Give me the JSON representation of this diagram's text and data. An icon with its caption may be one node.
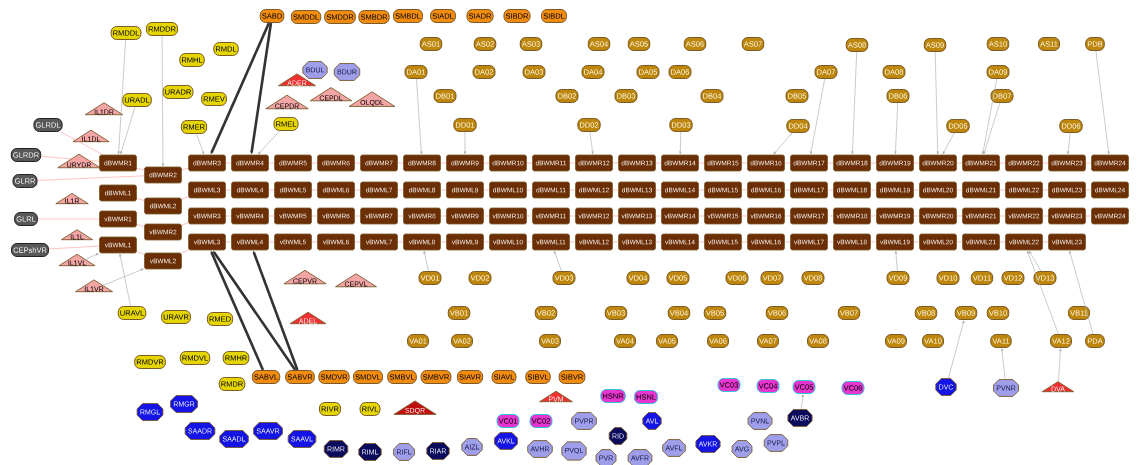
{
  "diagram": {
    "nodes": [
      {
        "text": [
          "SABD"
        ]
      },
      {
        "text": [
          "SMDDL"
        ]
      },
      {
        "text": [
          "SMDDR"
        ]
      },
      {
        "text": [
          "SMBDR"
        ]
      },
      {
        "text": [
          "SMBDL"
        ]
      },
      {
        "text": [
          "SIADL"
        ]
      },
      {
        "text": [
          "SIADR"
        ]
      },
      {
        "text": [
          "SIBDR"
        ]
      },
      {
        "text": [
          "SIBDL"
        ]
      },
      {
        "text": [
          "AS01"
        ]
      },
      {
        "text": [
          "AS02"
        ]
      },
      {
        "text": [
          "AS03"
        ]
      },
      {
        "text": [
          "AS04"
        ]
      },
      {
        "text": [
          "AS05"
        ]
      },
      {
        "text": [
          "AS06"
        ]
      },
      {
        "text": [
          "AS07"
        ]
      },
      {
        "text": [
          "AS08"
        ]
      },
      {
        "text": [
          "AS09"
        ]
      },
      {
        "text": [
          "AS10"
        ]
      },
      {
        "text": [
          "AS11"
        ]
      },
      {
        "text": [
          "PDB"
        ]
      },
      {
        "text": [
          "RMDDL"
        ]
      },
      {
        "text": [
          "RMDDR"
        ]
      },
      {
        "text": [
          "RMDL"
        ]
      },
      {
        "text": [
          "RMHL"
        ]
      },
      {
        "text": [
          "URADL"
        ]
      },
      {
        "text": [
          "URADR"
        ]
      },
      {
        "text": [
          "RMEV"
        ]
      },
      {
        "text": [
          "RMER"
        ]
      },
      {
        "text": [
          "RMEL"
        ]
      },
      {
        "text": [
          "BDUL"
        ]
      },
      {
        "text": [
          "BDUR"
        ]
      },
      {
        "text": [
          "ADER"
        ]
      },
      {
        "text": [
          "CEPDR"
        ]
      },
      {
        "text": [
          "CEPDL"
        ]
      },
      {
        "text": [
          "OLQDL"
        ]
      },
      {
        "text": [
          "IL1DR"
        ]
      },
      {
        "text": [
          "IL1DL"
        ]
      },
      {
        "text": [
          "URYDR"
        ]
      },
      {
        "text": [
          "DA01"
        ]
      },
      {
        "text": [
          "DA02"
        ]
      },
      {
        "text": [
          "DA03"
        ]
      },
      {
        "text": [
          "DA04"
        ]
      },
      {
        "text": [
          "DA05"
        ]
      },
      {
        "text": [
          "DA06"
        ]
      },
      {
        "text": [
          "DA07"
        ]
      },
      {
        "text": [
          "DA08"
        ]
      },
      {
        "text": [
          "DA09"
        ]
      },
      {
        "text": [
          "DB01"
        ]
      },
      {
        "text": [
          "DB02"
        ]
      },
      {
        "text": [
          "DB03"
        ]
      },
      {
        "text": [
          "DB04"
        ]
      },
      {
        "text": [
          "DB05"
        ]
      },
      {
        "text": [
          "DB06"
        ]
      },
      {
        "text": [
          "DB07"
        ]
      },
      {
        "text": [
          "DD01"
        ]
      },
      {
        "text": [
          "DD02"
        ]
      },
      {
        "text": [
          "DD03"
        ]
      },
      {
        "text": [
          "DD04"
        ]
      },
      {
        "text": [
          "DD05"
        ]
      },
      {
        "text": [
          "DD06"
        ]
      },
      {
        "text": [
          "GLRDL"
        ]
      },
      {
        "text": [
          "GLRDR"
        ]
      },
      {
        "text": [
          "GLRR"
        ]
      },
      {
        "text": [
          "GLRL"
        ]
      },
      {
        "text": [
          "CEPshVR"
        ]
      },
      {
        "text": [
          "IL1R"
        ]
      },
      {
        "text": [
          "IL1L"
        ]
      },
      {
        "text": [
          "IL1VL"
        ]
      },
      {
        "text": [
          "IL1VR"
        ]
      },
      {
        "text": [
          "dBWMR1"
        ]
      },
      {
        "text": [
          "dBWMR2"
        ]
      },
      {
        "text": [
          "dBWMR3"
        ]
      },
      {
        "text": [
          "dBWMR4"
        ]
      },
      {
        "text": [
          "dBWMR5"
        ]
      },
      {
        "text": [
          "dBWMR6"
        ]
      },
      {
        "text": [
          "dBWMR7"
        ]
      },
      {
        "text": [
          "dBWMR8"
        ]
      },
      {
        "text": [
          "dBWMR9"
        ]
      },
      {
        "text": [
          "dBWMR10"
        ]
      },
      {
        "text": [
          "dBWMR11"
        ]
      },
      {
        "text": [
          "dBWMR12"
        ]
      },
      {
        "text": [
          "dBWMR13"
        ]
      },
      {
        "text": [
          "dBWMR14"
        ]
      },
      {
        "text": [
          "dBWMR15"
        ]
      },
      {
        "text": [
          "dBWMR16"
        ]
      },
      {
        "text": [
          "dBWMR17"
        ]
      },
      {
        "text": [
          "dBWMR18"
        ]
      },
      {
        "text": [
          "dBWMR19"
        ]
      },
      {
        "text": [
          "dBWMR20"
        ]
      },
      {
        "text": [
          "dBWMR21"
        ]
      },
      {
        "text": [
          "dBWMR22"
        ]
      },
      {
        "text": [
          "dBWMR23"
        ]
      },
      {
        "text": [
          "dBWMR24"
        ]
      },
      {
        "text": [
          "dBWML1"
        ]
      },
      {
        "text": [
          "dBWML2"
        ]
      },
      {
        "text": [
          "dBWML3"
        ]
      },
      {
        "text": [
          "dBWML4"
        ]
      },
      {
        "text": [
          "dBWML5"
        ]
      },
      {
        "text": [
          "dBWML6"
        ]
      },
      {
        "text": [
          "dBWML7"
        ]
      },
      {
        "text": [
          "dBWML8"
        ]
      },
      {
        "text": [
          "dBWML9"
        ]
      },
      {
        "text": [
          "dBWML10"
        ]
      },
      {
        "text": [
          "dBWML11"
        ]
      },
      {
        "text": [
          "dBWML12"
        ]
      },
      {
        "text": [
          "dBWML13"
        ]
      },
      {
        "text": [
          "dBWML14"
        ]
      },
      {
        "text": [
          "dBWML15"
        ]
      },
      {
        "text": [
          "dBWML16"
        ]
      },
      {
        "text": [
          "dBWML17"
        ]
      },
      {
        "text": [
          "dBWML18"
        ]
      },
      {
        "text": [
          "dBWML19"
        ]
      },
      {
        "text": [
          "dBWML20"
        ]
      },
      {
        "text": [
          "dBWML21"
        ]
      },
      {
        "text": [
          "dBWML22"
        ]
      },
      {
        "text": [
          "dBWML23"
        ]
      },
      {
        "text": [
          "dBWML24"
        ]
      },
      {
        "text": [
          "vBWMR1"
        ]
      },
      {
        "text": [
          "vBWMR2"
        ]
      },
      {
        "text": [
          "vBWMR3"
        ]
      },
      {
        "text": [
          "vBWMR4"
        ]
      },
      {
        "text": [
          "vBWMR5"
        ]
      },
      {
        "text": [
          "vBWMR6"
        ]
      },
      {
        "text": [
          "vBWMR7"
        ]
      },
      {
        "text": [
          "vBWMR8"
        ]
      },
      {
        "text": [
          "vBWMR9"
        ]
      },
      {
        "text": [
          "vBWMR10"
        ]
      },
      {
        "text": [
          "vBWMR11"
        ]
      },
      {
        "text": [
          "vBWMR12"
        ]
      },
      {
        "text": [
          "vBWMR13"
        ]
      },
      {
        "text": [
          "vBWMR14"
        ]
      },
      {
        "text": [
          "vBWMR15"
        ]
      },
      {
        "text": [
          "vBWMR16"
        ]
      },
      {
        "text": [
          "vBWMR17"
        ]
      },
      {
        "text": [
          "vBWMR18"
        ]
      },
      {
        "text": [
          "vBWMR19"
        ]
      },
      {
        "text": [
          "vBWMR20"
        ]
      },
      {
        "text": [
          "vBWMR21"
        ]
      },
      {
        "text": [
          "vBWMR22"
        ]
      },
      {
        "text": [
          "vBWMR23"
        ]
      },
      {
        "text": [
          "vBWMR24"
        ]
      },
      {
        "text": [
          "vBWML1"
        ]
      },
      {
        "text": [
          "vBWML2"
        ]
      },
      {
        "text": [
          "vBWML3"
        ]
      },
      {
        "text": [
          "vBWML4"
        ]
      },
      {
        "text": [
          "vBWML5"
        ]
      },
      {
        "text": [
          "vBWML6"
        ]
      },
      {
        "text": [
          "vBWML7"
        ]
      },
      {
        "text": [
          "vBWML8"
        ]
      },
      {
        "text": [
          "vBWML9"
        ]
      },
      {
        "text": [
          "vBWML10"
        ]
      },
      {
        "text": [
          "vBWML11"
        ]
      },
      {
        "text": [
          "vBWML12"
        ]
      },
      {
        "text": [
          "vBWML13"
        ]
      },
      {
        "text": [
          "vBWML14"
        ]
      },
      {
        "text": [
          "vBWML15"
        ]
      },
      {
        "text": [
          "vBWML16"
        ]
      },
      {
        "text": [
          "vBWML17"
        ]
      },
      {
        "text": [
          "vBWML18"
        ]
      },
      {
        "text": [
          "vBWML19"
        ]
      },
      {
        "text": [
          "vBWML20"
        ]
      },
      {
        "text": [
          "vBWML21"
        ]
      },
      {
        "text": [
          "vBWML22"
        ]
      },
      {
        "text": [
          "vBWML23"
        ]
      },
      {
        "text": [
          "CEPVR"
        ]
      },
      {
        "text": [
          "CEPVL"
        ]
      },
      {
        "text": [
          "ADEL"
        ]
      },
      {
        "text": [
          "URAVL"
        ]
      },
      {
        "text": [
          "URAVR"
        ]
      },
      {
        "text": [
          "RMED"
        ]
      },
      {
        "text": [
          "RMDVR"
        ]
      },
      {
        "text": [
          "RMDVL"
        ]
      },
      {
        "text": [
          "RMHR"
        ]
      },
      {
        "text": [
          "RMDR"
        ]
      },
      {
        "text": [
          "RIVR"
        ]
      },
      {
        "text": [
          "RIVL"
        ]
      },
      {
        "text": [
          "VD01"
        ]
      },
      {
        "text": [
          "VD02"
        ]
      },
      {
        "text": [
          "VD03"
        ]
      },
      {
        "text": [
          "VD04"
        ]
      },
      {
        "text": [
          "VD05"
        ]
      },
      {
        "text": [
          "VD06"
        ]
      },
      {
        "text": [
          "VD07"
        ]
      },
      {
        "text": [
          "VD08"
        ]
      },
      {
        "text": [
          "VD09"
        ]
      },
      {
        "text": [
          "VD10"
        ]
      },
      {
        "text": [
          "VD11"
        ]
      },
      {
        "text": [
          "VD12"
        ]
      },
      {
        "text": [
          "VD13"
        ]
      },
      {
        "text": [
          "VB01"
        ]
      },
      {
        "text": [
          "VB02"
        ]
      },
      {
        "text": [
          "VB03"
        ]
      },
      {
        "text": [
          "VB04"
        ]
      },
      {
        "text": [
          "VB05"
        ]
      },
      {
        "text": [
          "VB06"
        ]
      },
      {
        "text": [
          "VB07"
        ]
      },
      {
        "text": [
          "VB08"
        ]
      },
      {
        "text": [
          "VB09"
        ]
      },
      {
        "text": [
          "VB10"
        ]
      },
      {
        "text": [
          "VB11"
        ]
      },
      {
        "text": [
          "VA01"
        ]
      },
      {
        "text": [
          "VA02"
        ]
      },
      {
        "text": [
          "VA03"
        ]
      },
      {
        "text": [
          "VA04"
        ]
      },
      {
        "text": [
          "VA05"
        ]
      },
      {
        "text": [
          "VA06"
        ]
      },
      {
        "text": [
          "VA07"
        ]
      },
      {
        "text": [
          "VA08"
        ]
      },
      {
        "text": [
          "VA09"
        ]
      },
      {
        "text": [
          "VA10"
        ]
      },
      {
        "text": [
          "VA11"
        ]
      },
      {
        "text": [
          "VA12"
        ]
      },
      {
        "text": [
          "PDA"
        ]
      },
      {
        "text": [
          "SABVL"
        ]
      },
      {
        "text": [
          "SABVR"
        ]
      },
      {
        "text": [
          "SMDVR"
        ]
      },
      {
        "text": [
          "SMDVL"
        ]
      },
      {
        "text": [
          "SMBVL"
        ]
      },
      {
        "text": [
          "SMBVR"
        ]
      },
      {
        "text": [
          "SIAVR"
        ]
      },
      {
        "text": [
          "SIAVL"
        ]
      },
      {
        "text": [
          "SIBVL"
        ]
      },
      {
        "text": [
          "SIBVR"
        ]
      },
      {
        "text": [
          "VC01"
        ]
      },
      {
        "text": [
          "VC02"
        ]
      },
      {
        "text": [
          "HSNR"
        ]
      },
      {
        "text": [
          "HSNL"
        ]
      },
      {
        "text": [
          "VC03"
        ]
      },
      {
        "text": [
          "VC04"
        ]
      },
      {
        "text": [
          "VC05"
        ]
      },
      {
        "text": [
          "VC06"
        ]
      },
      {
        "text": [
          "SDQR"
        ]
      },
      {
        "text": [
          "PVM"
        ]
      },
      {
        "text": [
          "DVA"
        ]
      },
      {
        "text": [
          "RMGL"
        ]
      },
      {
        "text": [
          "RMGR"
        ]
      },
      {
        "text": [
          "SAADR"
        ]
      },
      {
        "text": [
          "SAADL"
        ]
      },
      {
        "text": [
          "SAAVR"
        ]
      },
      {
        "text": [
          "SAAVL"
        ]
      },
      {
        "text": [
          "RIMR"
        ]
      },
      {
        "text": [
          "RIML"
        ]
      },
      {
        "text": [
          "RIFL"
        ]
      },
      {
        "text": [
          "RIAR"
        ]
      },
      {
        "text": [
          "AIZL"
        ]
      },
      {
        "text": [
          "AVKL"
        ]
      },
      {
        "text": [
          "AVHR"
        ]
      },
      {
        "text": [
          "PVQL"
        ]
      },
      {
        "text": [
          "PVPR"
        ]
      },
      {
        "text": [
          "RID"
        ]
      },
      {
        "text": [
          "AVL"
        ]
      },
      {
        "text": [
          "PVR"
        ]
      },
      {
        "text": [
          "AVFR"
        ]
      },
      {
        "text": [
          "AVFL"
        ]
      },
      {
        "text": [
          "AVKR"
        ]
      },
      {
        "text": [
          "AVG"
        ]
      },
      {
        "text": [
          "PVPL"
        ]
      },
      {
        "text": [
          "PVNL"
        ]
      },
      {
        "text": [
          "AVBR"
        ]
      },
      {
        "text": [
          "DVC"
        ]
      },
      {
        "text": [
          "PVNR"
        ]
      }
    ],
    "edges": [
      {
        "from": 70,
        "to": 71,
        "arrow": "none",
        "color": "#ff9999"
      },
      {
        "from": 71,
        "to": 72,
        "arrow": "none",
        "color": "#ff9999"
      },
      {
        "from": 72,
        "to": 73,
        "arrow": "none",
        "color": "#ff9999"
      },
      {
        "from": 73,
        "to": 74,
        "arrow": "none",
        "color": "#ff9999"
      },
      {
        "from": 74,
        "to": 75,
        "arrow": "none",
        "color": "#ff9999"
      },
      {
        "from": 75,
        "to": 76,
        "arrow": "none",
        "color": "#ff9999"
      },
      {
        "from": 76,
        "to": 77,
        "arrow": "none",
        "color": "#ff9999"
      },
      {
        "from": 77,
        "to": 78,
        "arrow": "none",
        "color": "#ff9999"
      },
      {
        "from": 78,
        "to": 79,
        "arrow": "none",
        "color": "#ff9999"
      },
      {
        "from": 79,
        "to": 80,
        "arrow": "none",
        "color": "#ff9999"
      },
      {
        "from": 80,
        "to": 81,
        "arrow": "none",
        "color": "#ff9999"
      },
      {
        "from": 81,
        "to": 82,
        "arrow": "none",
        "color": "#ff9999"
      },
      {
        "from": 82,
        "to": 83,
        "arrow": "none",
        "color": "#ff9999"
      },
      {
        "from": 83,
        "to": 84,
        "arrow": "none",
        "color": "#ff9999"
      },
      {
        "from": 84,
        "to": 85,
        "arrow": "none",
        "color": "#ff9999"
      },
      {
        "from": 85,
        "to": 86,
        "arrow": "none",
        "color": "#ff9999"
      },
      {
        "from": 86,
        "to": 87,
        "arrow": "none",
        "color": "#ff9999"
      },
      {
        "from": 87,
        "to": 88,
        "arrow": "none",
        "color": "#ff9999"
      },
      {
        "from": 88,
        "to": 89,
        "arrow": "none",
        "color": "#ff9999"
      },
      {
        "from": 89,
        "to": 90,
        "arrow": "none",
        "color": "#ff9999"
      },
      {
        "from": 90,
        "to": 91,
        "arrow": "none",
        "color": "#ff9999"
      },
      {
        "from": 91,
        "to": 92,
        "arrow": "none",
        "color": "#ff9999"
      },
      {
        "from": 92,
        "to": 93,
        "arrow": "none",
        "color": "#ff9999"
      },
      {
        "from": 94,
        "to": 95,
        "arrow": "none",
        "color": "#ff9999"
      },
      {
        "from": 95,
        "to": 96,
        "arrow": "none",
        "color": "#ff9999"
      },
      {
        "from": 96,
        "to": 97,
        "arrow": "none",
        "color": "#ff9999"
      },
      {
        "from": 97,
        "to": 98,
        "arrow": "none",
        "color": "#ff9999"
      },
      {
        "from": 98,
        "to": 99,
        "arrow": "none",
        "color": "#ff9999"
      },
      {
        "from": 99,
        "to": 100,
        "arrow": "none",
        "color": "#ff9999"
      },
      {
        "from": 100,
        "to": 101,
        "arrow": "none",
        "color": "#ff9999"
      },
      {
        "from": 101,
        "to": 102,
        "arrow": "none",
        "color": "#ff9999"
      },
      {
        "from": 102,
        "to": 103,
        "arrow": "none",
        "color": "#ff9999"
      },
      {
        "from": 103,
        "to": 104,
        "arrow": "none",
        "color": "#ff9999"
      },
      {
        "from": 104,
        "to": 105,
        "arrow": "none",
        "color": "#ff9999"
      },
      {
        "from": 105,
        "to": 106,
        "arrow": "none",
        "color": "#ff9999"
      },
      {
        "from": 106,
        "to": 107,
        "arrow": "none",
        "color": "#ff9999"
      },
      {
        "from": 107,
        "to": 108,
        "arrow": "none",
        "color": "#ff9999"
      },
      {
        "from": 108,
        "to": 109,
        "arrow": "none",
        "color": "#ff9999"
      },
      {
        "from": 109,
        "to": 110,
        "arrow": "none",
        "color": "#ff9999"
      },
      {
        "from": 110,
        "to": 111,
        "arrow": "none",
        "color": "#ff9999"
      },
      {
        "from": 111,
        "to": 112,
        "arrow": "none",
        "color": "#ff9999"
      },
      {
        "from": 112,
        "to": 113,
        "arrow": "none",
        "color": "#ff9999"
      },
      {
        "from": 113,
        "to": 114,
        "arrow": "none",
        "color": "#ff9999"
      },
      {
        "from": 114,
        "to": 115,
        "arrow": "none",
        "color": "#ff9999"
      },
      {
        "from": 115,
        "to": 116,
        "arrow": "none",
        "color": "#ff9999"
      },
      {
        "from": 116,
        "to": 117,
        "arrow": "none",
        "color": "#ff9999"
      },
      {
        "from": 118,
        "to": 119,
        "arrow": "none",
        "color": "#ff9999"
      },
      {
        "from": 119,
        "to": 120,
        "arrow": "none",
        "color": "#ff9999"
      },
      {
        "from": 120,
        "to": 121,
        "arrow": "none",
        "color": "#ff9999"
      },
      {
        "from": 121,
        "to": 122,
        "arrow": "none",
        "color": "#ff9999"
      },
      {
        "from": 122,
        "to": 123,
        "arrow": "none",
        "color": "#ff9999"
      },
      {
        "from": 123,
        "to": 124,
        "arrow": "none",
        "color": "#ff9999"
      },
      {
        "from": 124,
        "to": 125,
        "arrow": "none",
        "color": "#ff9999"
      },
      {
        "from": 125,
        "to": 126,
        "arrow": "none",
        "color": "#ff9999"
      },
      {
        "from": 126,
        "to": 127,
        "arrow": "none",
        "color": "#ff9999"
      },
      {
        "from": 127,
        "to": 128,
        "arrow": "none",
        "color": "#ff9999"
      },
      {
        "from": 128,
        "to": 129,
        "arrow": "none",
        "color": "#ff9999"
      },
      {
        "from": 129,
        "to": 130,
        "arrow": "none",
        "color": "#ff9999"
      },
      {
        "from": 130,
        "to": 131,
        "arrow": "none",
        "color": "#ff9999"
      },
      {
        "from": 131,
        "to": 132,
        "arrow": "none",
        "color": "#ff9999"
      },
      {
        "from": 132,
        "to": 133,
        "arrow": "none",
        "color": "#ff9999"
      },
      {
        "from": 133,
        "to": 134,
        "arrow": "none",
        "color": "#ff9999"
      },
      {
        "from": 134,
        "to": 135,
        "arrow": "none",
        "color": "#ff9999"
      },
      {
        "from": 135,
        "to": 136,
        "arrow": "none",
        "color": "#ff9999"
      },
      {
        "from": 136,
        "to": 137,
        "arrow": "none",
        "color": "#ff9999"
      },
      {
        "from": 137,
        "to": 138,
        "arrow": "none",
        "color": "#ff9999"
      },
      {
        "from": 138,
        "to": 139,
        "arrow": "none",
        "color": "#ff9999"
      },
      {
        "from": 139,
        "to": 140,
        "arrow": "none",
        "color": "#ff9999"
      },
      {
        "from": 140,
        "to": 141,
        "arrow": "none",
        "color": "#ff9999"
      },
      {
        "from": 142,
        "to": 143,
        "arrow": "none",
        "color": "#ff9999"
      },
      {
        "from": 143,
        "to": 144,
        "arrow": "none",
        "color": "#ff9999"
      },
      {
        "from": 144,
        "to": 145,
        "arrow": "none",
        "color": "#ff9999"
      },
      {
        "from": 145,
        "to": 146,
        "arrow": "none",
        "color": "#ff9999"
      },
      {
        "from": 146,
        "to": 147,
        "arrow": "none",
        "color": "#ff9999"
      },
      {
        "from": 147,
        "to": 148,
        "arrow": "none",
        "color": "#ff9999"
      },
      {
        "from": 148,
        "to": 149,
        "arrow": "none",
        "color": "#ff9999"
      },
      {
        "from": 149,
        "to": 150,
        "arrow": "none",
        "color": "#ff9999"
      },
      {
        "from": 150,
        "to": 151,
        "arrow": "none",
        "color": "#ff9999"
      },
      {
        "from": 151,
        "to": 152,
        "arrow": "none",
        "color": "#ff9999"
      },
      {
        "from": 152,
        "to": 153,
        "arrow": "none",
        "color": "#ff9999"
      },
      {
        "from": 153,
        "to": 154,
        "arrow": "none",
        "color": "#ff9999"
      },
      {
        "from": 154,
        "to": 155,
        "arrow": "none",
        "color": "#ff9999"
      },
      {
        "from": 155,
        "to": 156,
        "arrow": "none",
        "color": "#ff9999"
      },
      {
        "from": 156,
        "to": 157,
        "arrow": "none",
        "color": "#ff9999"
      },
      {
        "from": 157,
        "to": 158,
        "arrow": "none",
        "color": "#ff9999"
      },
      {
        "from": 158,
        "to": 159,
        "arrow": "none",
        "color": "#ff9999"
      },
      {
        "from": 159,
        "to": 160,
        "arrow": "none",
        "color": "#ff9999"
      },
      {
        "from": 160,
        "to": 161,
        "arrow": "none",
        "color": "#ff9999"
      },
      {
        "from": 161,
        "to": 162,
        "arrow": "none",
        "color": "#ff9999"
      },
      {
        "from": 162,
        "to": 163,
        "arrow": "none",
        "color": "#ff9999"
      },
      {
        "from": 163,
        "to": 164,
        "arrow": "none",
        "color": "#ff9999"
      },
      {
        "from": 61,
        "to": 70,
        "arrow": "none",
        "color": "#ff9999"
      },
      {
        "from": 62,
        "to": 70,
        "arrow": "none",
        "color": "#ff9999"
      },
      {
        "from": 63,
        "to": 71,
        "arrow": "none",
        "color": "#ff9999"
      },
      {
        "from": 64,
        "to": 118,
        "arrow": "none",
        "color": "#ff9999"
      },
      {
        "from": 65,
        "to": 142,
        "arrow": "none",
        "color": "#ff9999"
      },
      {
        "from": 0,
        "to": 72,
        "arrow": "to",
        "style": "thick",
        "color": "#333333"
      },
      {
        "from": 0,
        "to": 73,
        "arrow": "to",
        "style": "thick",
        "color": "#333333"
      },
      {
        "from": 214,
        "to": 144,
        "arrow": "to",
        "style": "thick",
        "color": "#333333"
      },
      {
        "from": 215,
        "to": 144,
        "arrow": "to",
        "style": "thick",
        "color": "#333333"
      },
      {
        "from": 215,
        "to": 145,
        "arrow": "to",
        "style": "thick",
        "color": "#333333"
      },
      {
        "from": 21,
        "to": 70,
        "arrow": "to"
      },
      {
        "from": 22,
        "to": 71,
        "arrow": "to"
      },
      {
        "from": 25,
        "to": 70,
        "arrow": "to"
      },
      {
        "from": 28,
        "to": 72,
        "arrow": "to"
      },
      {
        "from": 29,
        "to": 73,
        "arrow": "to"
      },
      {
        "from": 168,
        "to": 142,
        "arrow": "to"
      },
      {
        "from": 68,
        "to": 142,
        "arrow": "to"
      },
      {
        "from": 69,
        "to": 143,
        "arrow": "to"
      },
      {
        "from": 16,
        "to": 87,
        "arrow": "to"
      },
      {
        "from": 17,
        "to": 89,
        "arrow": "to"
      },
      {
        "from": 20,
        "to": 93,
        "arrow": "to"
      },
      {
        "from": 47,
        "to": 90,
        "arrow": "to"
      },
      {
        "from": 54,
        "to": 90,
        "arrow": "to"
      },
      {
        "from": 60,
        "to": 92,
        "arrow": "to"
      },
      {
        "from": 59,
        "to": 89,
        "arrow": "to"
      },
      {
        "from": 58,
        "to": 85,
        "arrow": "to"
      },
      {
        "from": 45,
        "to": 86,
        "arrow": "to"
      },
      {
        "from": 53,
        "to": 88,
        "arrow": "to"
      },
      {
        "from": 55,
        "to": 78,
        "arrow": "to"
      },
      {
        "from": 56,
        "to": 81,
        "arrow": "to"
      },
      {
        "from": 57,
        "to": 83,
        "arrow": "to"
      },
      {
        "from": 39,
        "to": 77,
        "arrow": "to"
      },
      {
        "from": 212,
        "to": 163,
        "arrow": "to"
      },
      {
        "from": 213,
        "to": 164,
        "arrow": "to"
      },
      {
        "from": 189,
        "to": 163,
        "arrow": "to"
      },
      {
        "from": 185,
        "to": 160,
        "arrow": "to"
      },
      {
        "from": 177,
        "to": 149,
        "arrow": "to"
      },
      {
        "from": 179,
        "to": 152,
        "arrow": "to"
      },
      {
        "from": 260,
        "to": 198,
        "arrow": "to"
      },
      {
        "from": 261,
        "to": 211,
        "arrow": "to"
      },
      {
        "from": 234,
        "to": 212,
        "arrow": "to"
      },
      {
        "from": 259,
        "to": 230,
        "arrow": "to"
      }
    ]
  }
}
